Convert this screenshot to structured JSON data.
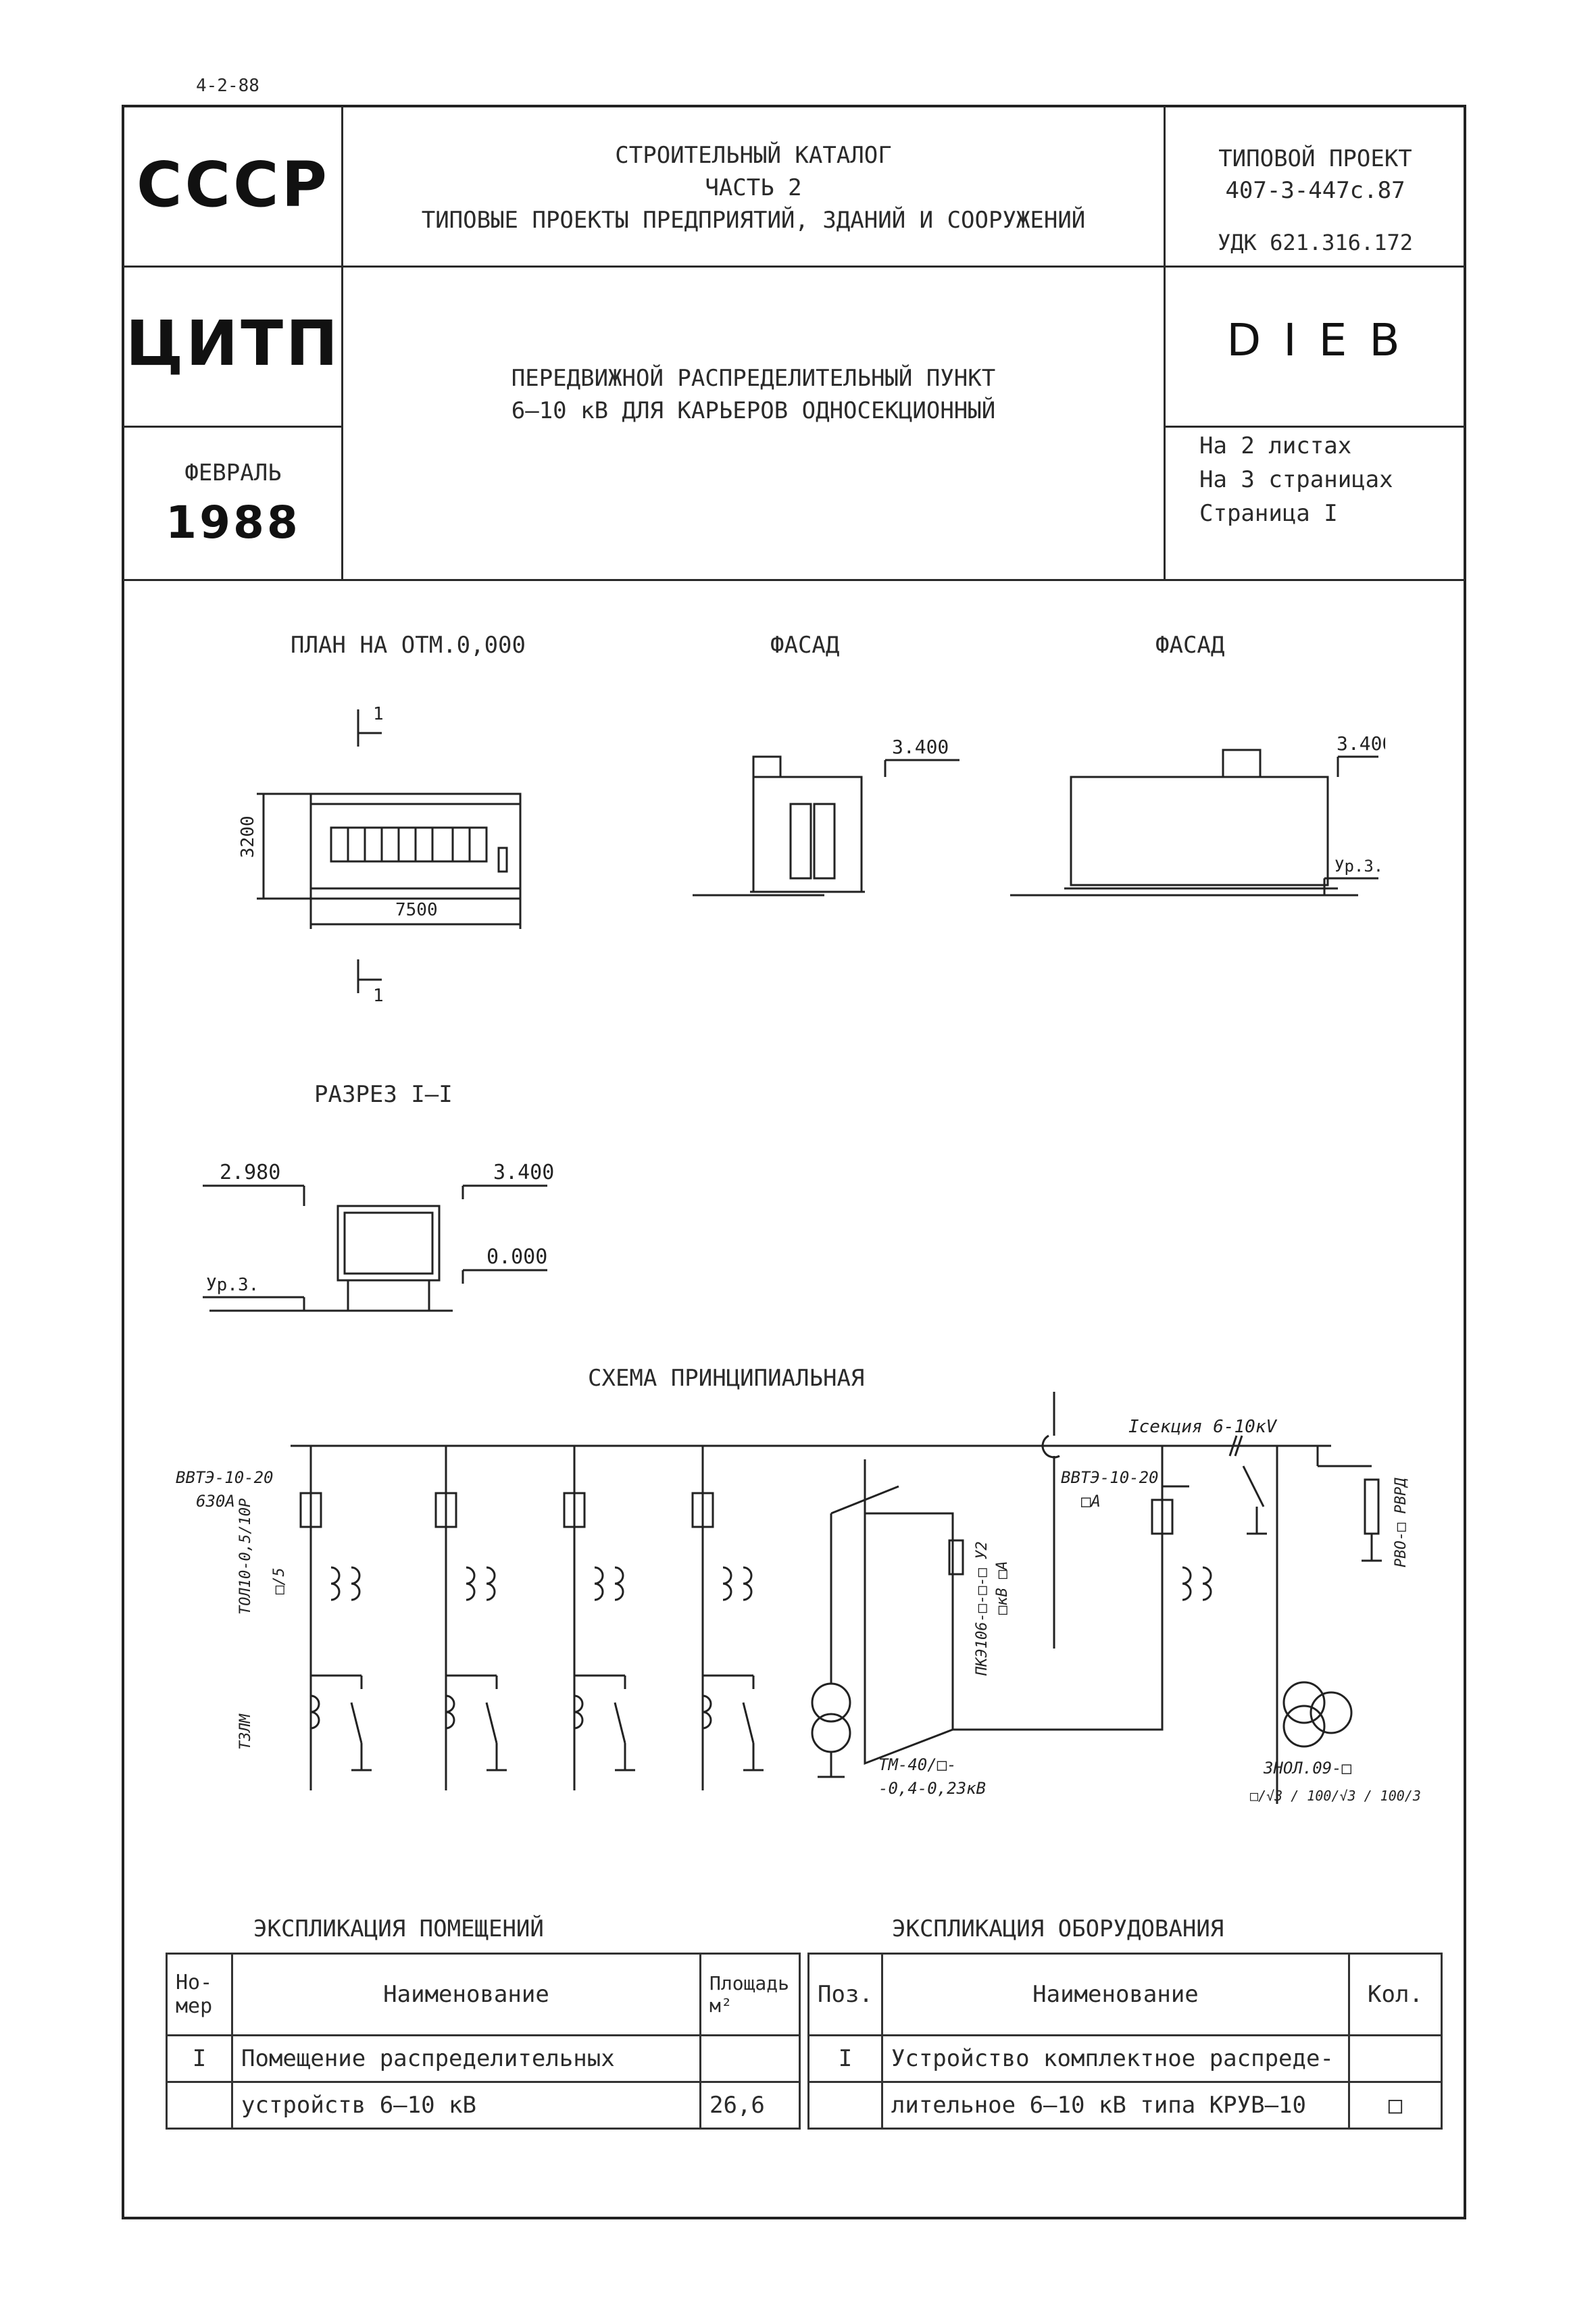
{
  "doc_code": "4-2-88",
  "stamp": {
    "org1": "СССР",
    "org2": "ЦИТП",
    "month": "ФЕВРАЛЬ",
    "year": "1988",
    "catalog_title": "СТРОИТЕЛЬНЫЙ КАТАЛОГ",
    "catalog_part": "ЧАСТЬ 2",
    "catalog_subtitle": "ТИПОВЫЕ ПРОЕКТЫ ПРЕДПРИЯТИЙ, ЗДАНИЙ И СООРУЖЕНИЙ",
    "project_label": "ТИПОВОЙ ПРОЕКТ",
    "project_number": "407-3-447с.87",
    "udk": "УДК 621.316.172",
    "code": "D I E B",
    "object_line1": "ПЕРЕДВИЖНОЙ РАСПРЕДЕЛИТЕЛЬНЫЙ ПУНКТ",
    "object_line2": "6–10 кВ ДЛЯ КАРЬЕРОВ ОДНОСЕКЦИОННЫЙ",
    "sheets": "На 2 листах",
    "pages": "На 3 страницах",
    "page": "Страница I"
  },
  "drawings": {
    "plan_title": "ПЛАН НА ОТМ.0,000",
    "facade1_title": "ФАСАД",
    "facade2_title": "ФАСАД",
    "plan_dim_width": "7500",
    "plan_dim_height": "3200",
    "section_mark": "1",
    "facade_level": "3.400",
    "ground_level": "Ур.З.",
    "section_title": "РАЗРЕЗ I–I",
    "section_level_top": "3.400",
    "section_level_inner": "2.980",
    "section_level_zero": "0.000",
    "section_ground": "Ур.З."
  },
  "schema": {
    "title": "СХЕМА ПРИНЦИПИАЛЬНАЯ",
    "bus_label": "Iсекция  6-10кV",
    "breaker_label": "ВВТЭ-10-20",
    "breaker_current": "630А",
    "breaker2_label": "ВВТЭ-10-20",
    "breaker2_current": "□А",
    "ct_label": "ТОЛ10-0,5/10Р",
    "ct_ratio": "□/5",
    "relay_label": "ТЗЛМ",
    "fuse_label": "ПКЭ106-□-□-□ У2",
    "fuse_rating": "□кВ □А",
    "transformer_label": "ТМ-40/□-",
    "transformer_voltage": "-0,4-0,23кВ",
    "vt_label": "ЗНОЛ.09-□",
    "vt_ratio": "□/√3 / 100/√3 / 100/3",
    "arrester_label": "РВО-□ РВРД"
  },
  "rooms_table": {
    "title": "ЭКСПЛИКАЦИЯ ПОМЕЩЕНИЙ",
    "headers": [
      "Но-мер",
      "Наименование",
      "Площадь м²"
    ],
    "rows": [
      [
        "I",
        "Помещение распределительных",
        ""
      ],
      [
        "",
        "устройств 6–10 кВ",
        "26,6"
      ]
    ]
  },
  "equipment_table": {
    "title": "ЭКСПЛИКАЦИЯ ОБОРУДОВАНИЯ",
    "headers": [
      "Поз.",
      "Наименование",
      "Кол."
    ],
    "rows": [
      [
        "I",
        "Устройство комплектное распреде-",
        ""
      ],
      [
        "",
        "лительное 6–10 кВ типа КРУВ–10",
        "□"
      ]
    ]
  }
}
